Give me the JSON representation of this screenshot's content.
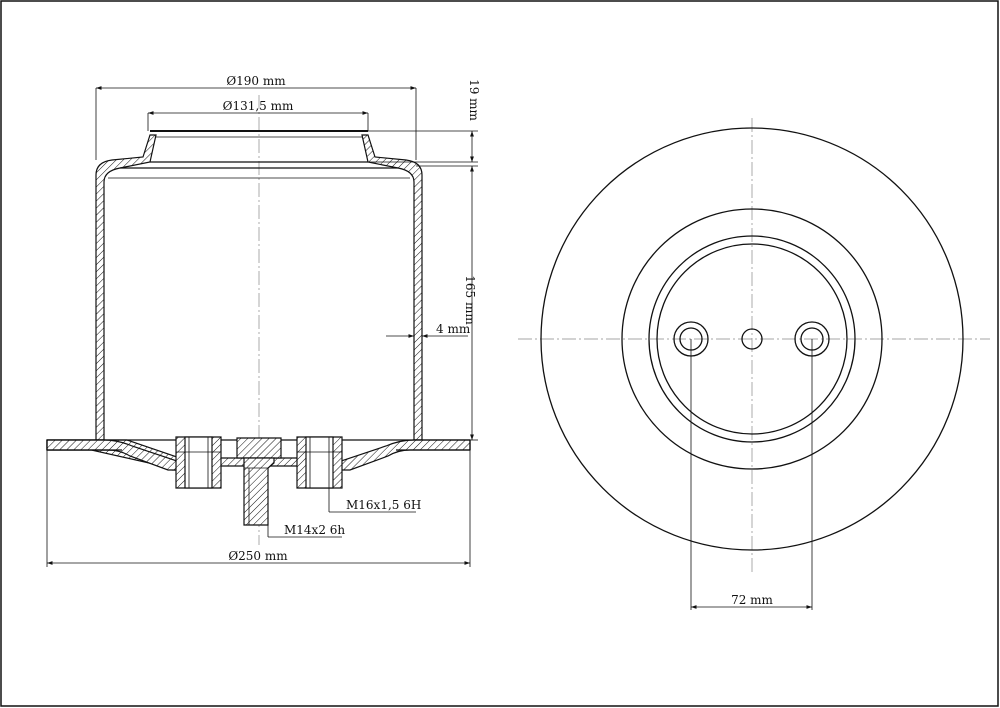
{
  "dimensions": {
    "top_outer_diameter": "Ø190 mm",
    "neck_diameter": "Ø131,5 mm",
    "neck_height": "19 mm",
    "body_height": "165 mm",
    "wall_thickness": "4 mm",
    "side_thread": "M16x1,5 6H",
    "center_thread": "M14x2 6h",
    "base_diameter": "Ø250 mm",
    "bolt_spacing": "72 mm"
  },
  "colors": {
    "line": "#111111",
    "center_line": "#888888",
    "background": "#ffffff"
  }
}
